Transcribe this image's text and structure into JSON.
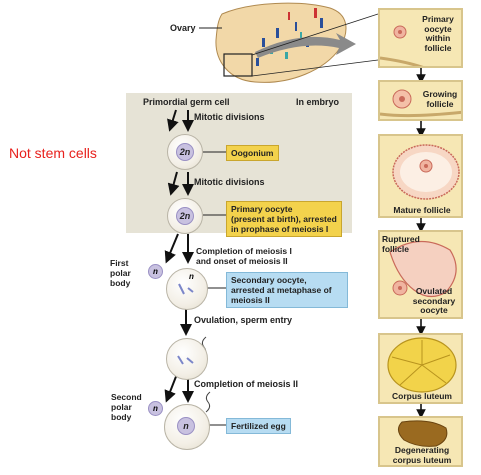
{
  "annotation": "Not stem cells",
  "labels": {
    "ovary": "Ovary",
    "primordial_germ_cell": "Primordial germ cell",
    "in_embryo": "In embryo",
    "mitotic_divisions_1": "Mitotic divisions",
    "mitotic_divisions_2": "Mitotic divisions",
    "ploidy_2n_a": "2n",
    "ploidy_2n_b": "2n",
    "ploidy_n_a": "n",
    "ploidy_n_b": "n",
    "ploidy_n_c": "n",
    "ploidy_n_d": "n",
    "oogonium": "Oogonium",
    "primary_oocyte_line1": "Primary oocyte",
    "primary_oocyte_line2": "(present at birth), arrested",
    "primary_oocyte_line3": "in prophase of meiosis I",
    "completion_meiosis1_line1": "Completion of meiosis I",
    "completion_meiosis1_line2": "and onset of meiosis II",
    "first_polar_line1": "First",
    "first_polar_line2": "polar",
    "first_polar_line3": "body",
    "secondary_oocyte_line1": "Secondary oocyte,",
    "secondary_oocyte_line2": "arrested at metaphase of",
    "secondary_oocyte_line3": "meiosis II",
    "ovulation_sperm_entry": "Ovulation, sperm entry",
    "completion_meiosis2": "Completion of meiosis II",
    "second_polar_line1": "Second",
    "second_polar_line2": "polar",
    "second_polar_line3": "body",
    "fertilized_egg": "Fertilized egg"
  },
  "panels": {
    "p1_line1": "Primary",
    "p1_line2": "oocyte",
    "p1_line3": "within",
    "p1_line4": "follicle",
    "p2_line1": "Growing",
    "p2_line2": "follicle",
    "p3": "Mature follicle",
    "p4_line1": "Ruptured",
    "p4_line2": "follicle",
    "p4b_line1": "Ovulated",
    "p4b_line2": "secondary",
    "p4b_line3": "oocyte",
    "p5": "Corpus luteum",
    "p6_line1": "Degenerating",
    "p6_line2": "corpus luteum"
  },
  "colors": {
    "annotation": "#e8211d",
    "yellow_box": "#f3d24c",
    "blue_box": "#b7dcf2",
    "embryo_bg": "#e6e3d6",
    "panel_bg": "#f6e7b4"
  }
}
